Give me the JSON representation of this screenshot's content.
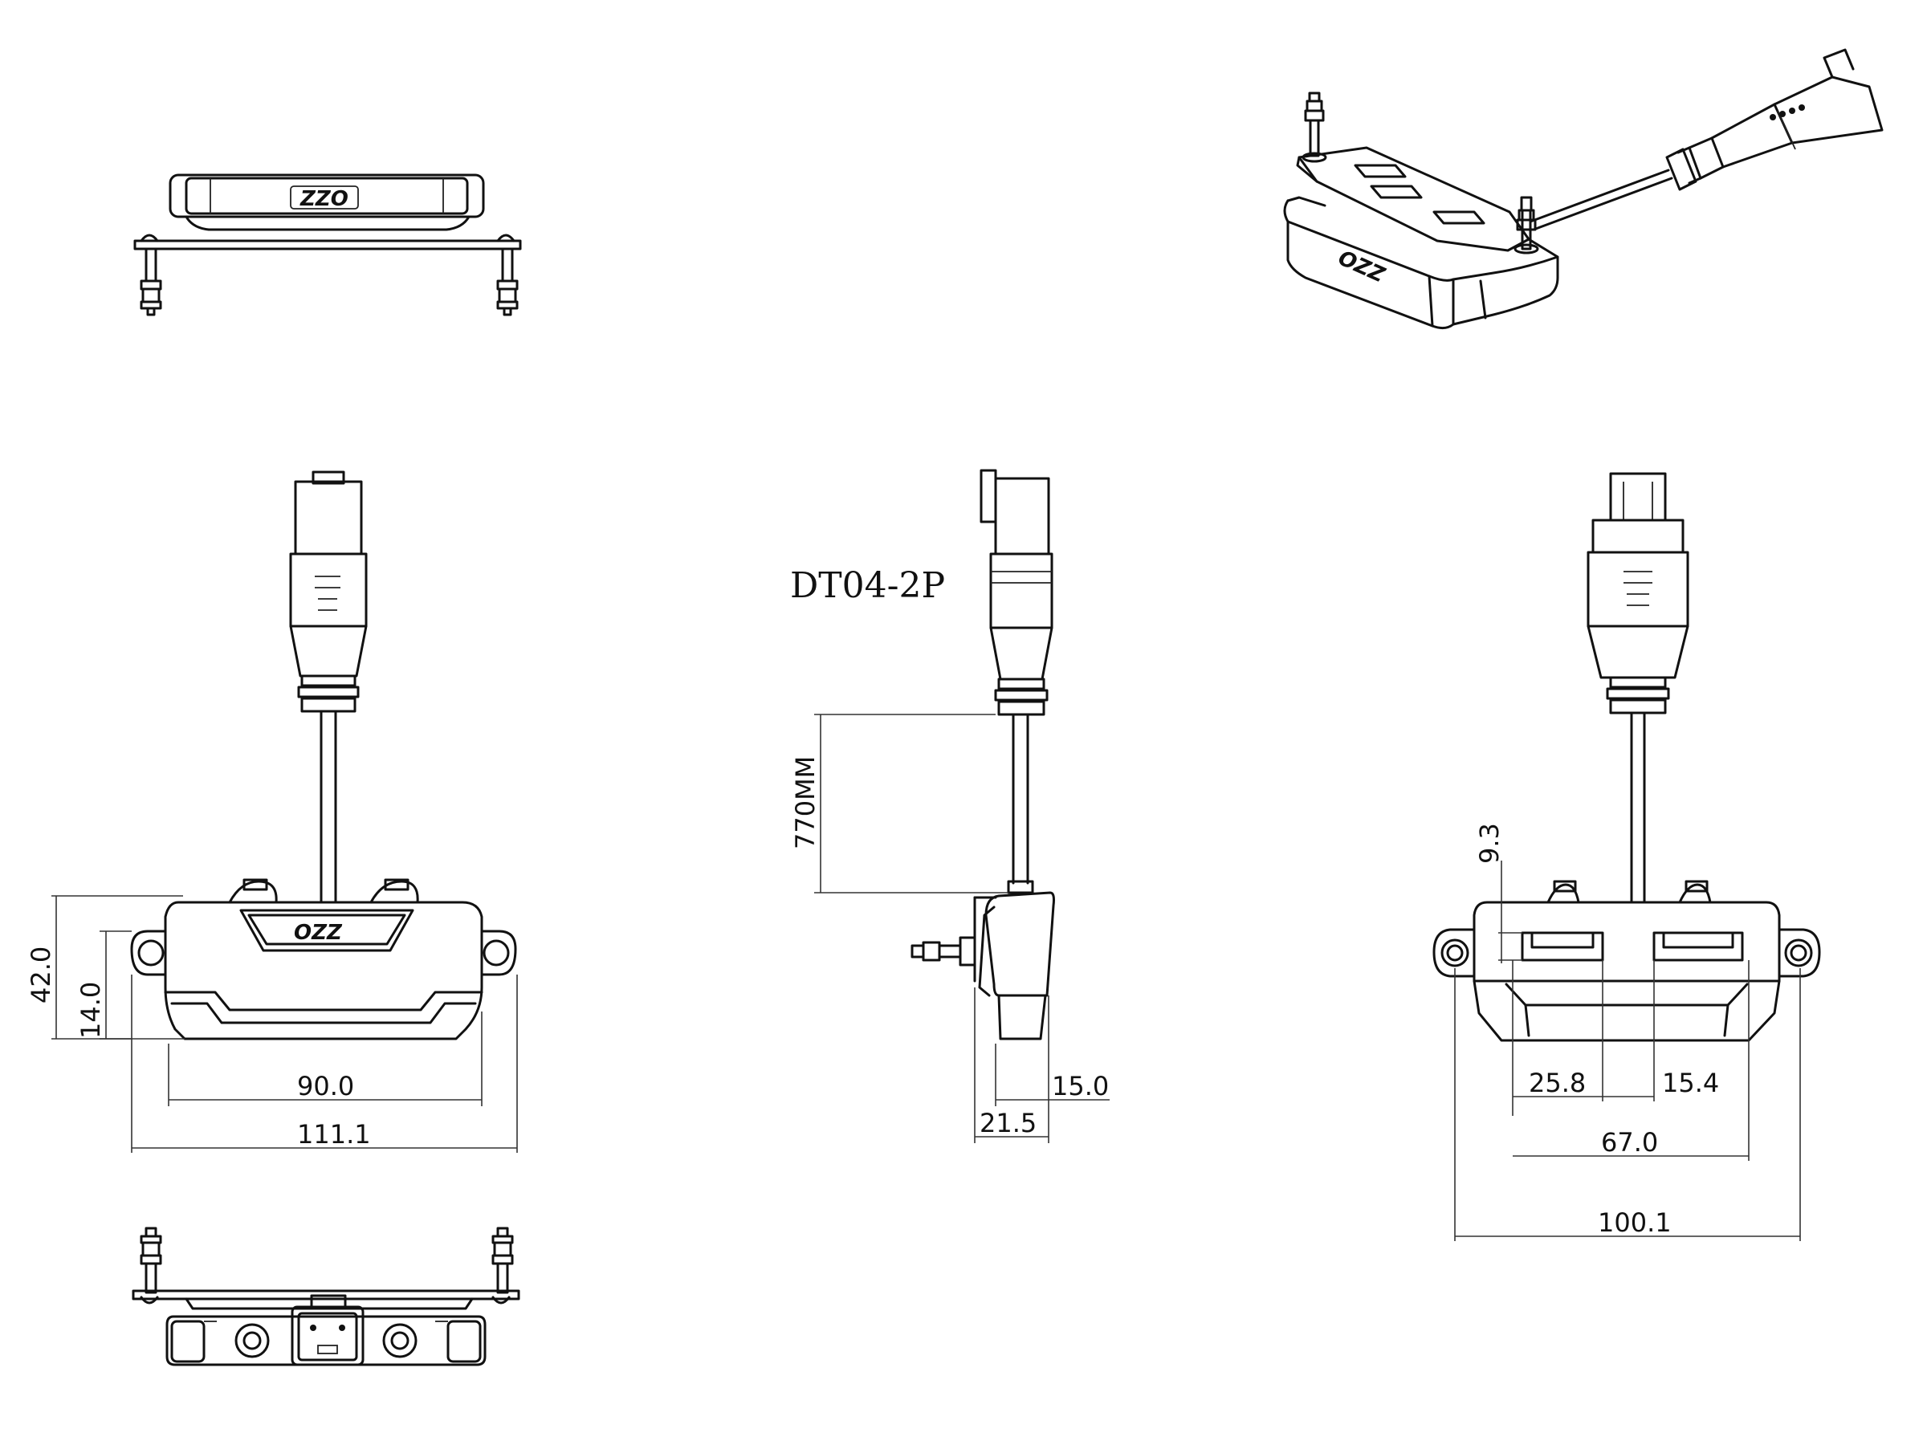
{
  "connector_label": "DT04-2P",
  "logo_text": "OZZ",
  "dimensions": {
    "front_height": "42.0",
    "front_mount_height": "14.0",
    "front_body_width": "90.0",
    "front_overall_width": "111.1",
    "cable_length": "770MM",
    "side_body_depth": "15.0",
    "side_overall_depth": "21.5",
    "rear_slot_offset": "9.3",
    "rear_slot_width": "25.8",
    "rear_slot_gap": "15.4",
    "rear_slot_span": "67.0",
    "rear_overall_width": "100.1"
  }
}
